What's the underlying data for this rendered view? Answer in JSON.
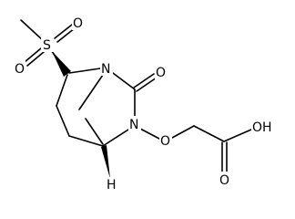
{
  "diagram_type": "chemical-structure",
  "atoms": {
    "sulfur": "S",
    "oxygen_s1": "O",
    "oxygen_s2": "O",
    "nitrogen_bridgehead": "N",
    "oxygen_carbonyl": "O",
    "nitrogen_ring": "N",
    "oxygen_ether": "O",
    "oxygen_hydroxyl": "OH",
    "oxygen_acid_carbonyl": "O",
    "hydrogen_stereo": "H"
  }
}
